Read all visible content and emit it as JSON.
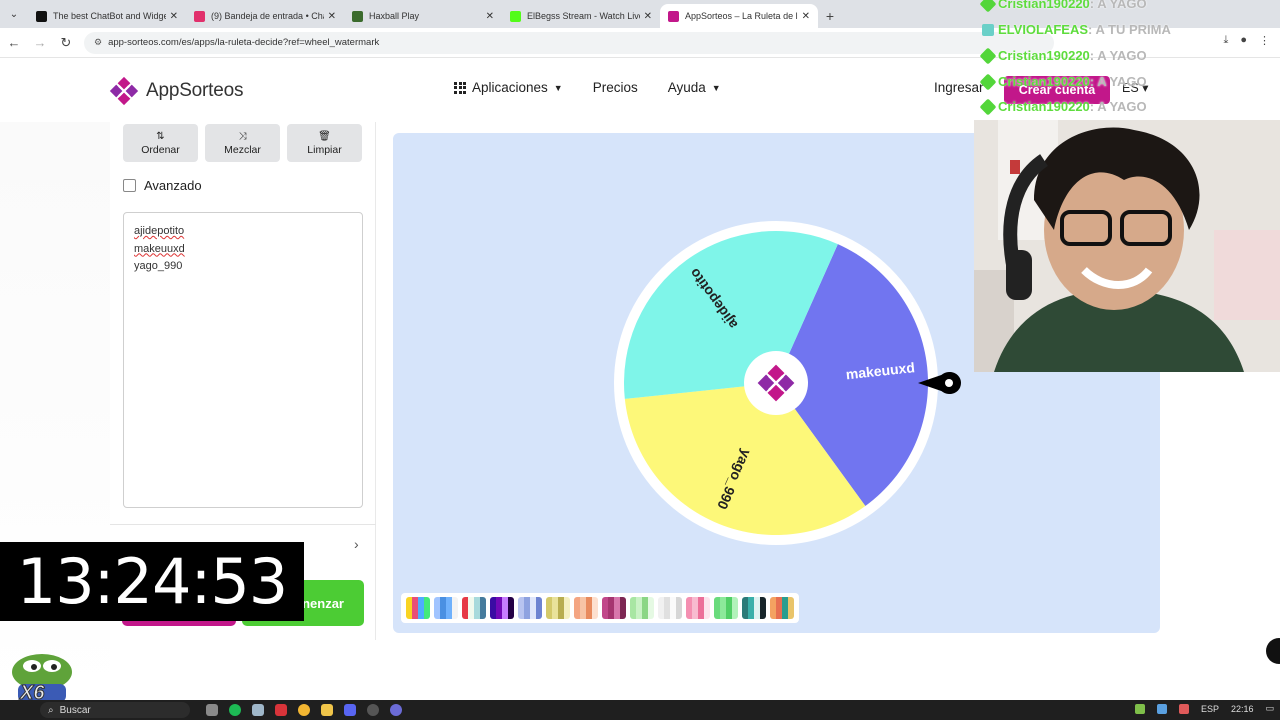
{
  "browser": {
    "tabs": [
      {
        "label": "The best ChatBot and Widgets",
        "color": "#111111",
        "active": false
      },
      {
        "label": "(9) Bandeja de entrada • Chats",
        "color": "#e1306c",
        "active": false
      },
      {
        "label": "Haxball Play",
        "color": "#3b6b2d",
        "active": false
      },
      {
        "label": "ElBegss Stream - Watch Live on",
        "color": "#53fc18",
        "active": false
      },
      {
        "label": "AppSorteos – La Ruleta de la Su",
        "color": "#c2178a",
        "active": true
      }
    ],
    "url": "app-sorteos.com/es/apps/la-ruleta-decide?ref=wheel_watermark"
  },
  "site": {
    "logo_text": "AppSorteos",
    "nav": {
      "apps": "Aplicaciones",
      "pricing": "Precios",
      "help": "Ayuda"
    },
    "login": "Ingresar",
    "signup": "Crear cuenta",
    "lang": "ES",
    "brand_color": "#c2178a"
  },
  "panel": {
    "sort_label": "Ordenar",
    "shuffle_label": "Mezclar",
    "clear_label": "Limpiar",
    "advanced_label": "Avanzado",
    "entries": [
      "ajidepotito",
      "makeuuxd",
      "yago_990"
    ],
    "start_label": "nenzar"
  },
  "wheel": {
    "segments": [
      {
        "label": "makeuuxd",
        "color": "#7175f0"
      },
      {
        "label": "yago_990",
        "color": "#fdf879"
      },
      {
        "label": "ajidepotito",
        "color": "#7ff5e9"
      }
    ]
  },
  "palette": [
    [
      "#f9d423",
      "#e94e77",
      "#4facfe",
      "#43e97b"
    ],
    [
      "#a0c4ff",
      "#4a90e2",
      "#6fb1fc",
      "#f3f3f3"
    ],
    [
      "#e63946",
      "#f1faee",
      "#a8dadc",
      "#457b9d"
    ],
    [
      "#3a0ca3",
      "#7209b7",
      "#c77dff",
      "#240046"
    ],
    [
      "#b8c4f0",
      "#8ea2e0",
      "#dfe6fb",
      "#6d83d1"
    ],
    [
      "#d4c96a",
      "#e9e29a",
      "#b8ad4f",
      "#f5f0c0"
    ],
    [
      "#f4a582",
      "#f7c4a5",
      "#e88b5e",
      "#fde0cf"
    ],
    [
      "#c1478a",
      "#a63570",
      "#d877ac",
      "#7d2653"
    ],
    [
      "#a8e6a3",
      "#c9f2c5",
      "#8bd685",
      "#e5f9e3"
    ],
    [
      "#f1f1f1",
      "#e0e0e0",
      "#fafafa",
      "#d6d6d6"
    ],
    [
      "#f48fb1",
      "#f8bbd0",
      "#ec6f99",
      "#fde4ed"
    ],
    [
      "#69db7c",
      "#8ce99a",
      "#51cf66",
      "#b2f2bb"
    ],
    [
      "#2b7a78",
      "#3aafa9",
      "#def2f1",
      "#17252a"
    ],
    [
      "#f4a261",
      "#e76f51",
      "#2a9d8f",
      "#e9c46a"
    ]
  ],
  "overlay": {
    "clock": "13:24:53",
    "emote_count": "X6",
    "chat": [
      {
        "user": "Cristian190220",
        "msg": ": A YAGO"
      },
      {
        "user": "ELVIOLAFEAS",
        "msg": ": A TU PRIMA"
      },
      {
        "user": "Cristian190220",
        "msg": ": A YAGO"
      },
      {
        "user": "Cristian190220",
        "msg": ": A YAGO"
      },
      {
        "user": "Cristian190220",
        "msg": ": A YAGO"
      }
    ]
  },
  "taskbar": {
    "search": "Buscar",
    "lang": "ESP",
    "time": "22:16"
  }
}
